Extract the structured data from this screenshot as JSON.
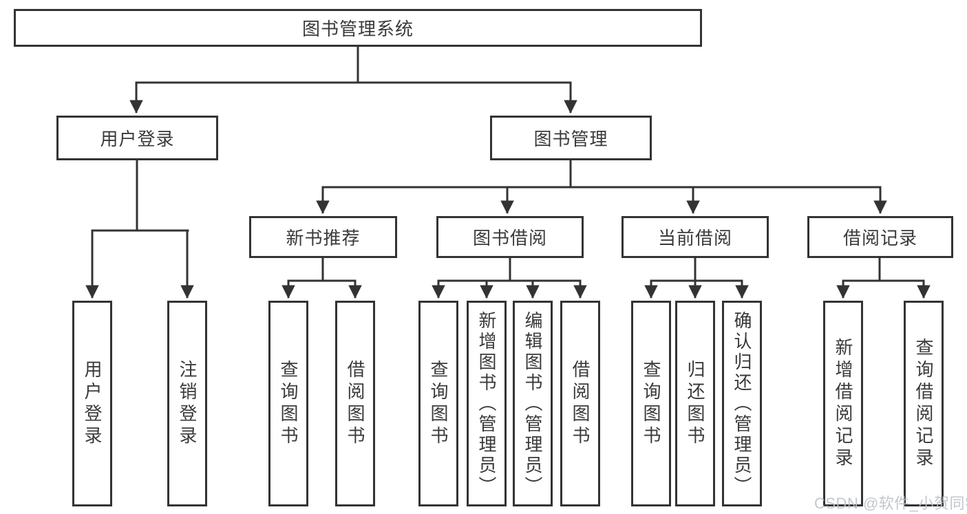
{
  "diagram": {
    "title": "图书管理系统",
    "level2": [
      "用户登录",
      "图书管理"
    ],
    "level3": [
      "新书推荐",
      "图书借阅",
      "当前借阅",
      "借阅记录"
    ],
    "leaves": {
      "user_login": [
        "用户登录",
        "注销登录"
      ],
      "new_book_recommend": [
        "查询图书",
        "借阅图书"
      ],
      "book_borrow": [
        "查询图书",
        "新增图书（管理员）",
        "编辑图书（管理员）",
        "借阅图书"
      ],
      "current_borrow": [
        "查询图书",
        "归还图书",
        "确认归还（管理员）"
      ],
      "borrow_records": [
        "新增借阅记录",
        "查询借阅记录"
      ]
    },
    "watermark": "CSDN @软件_小贺同学",
    "colors": {
      "line": "#333333",
      "text": "#3a3a3a",
      "watermark": "#b9bdc4",
      "background": "#ffffff"
    }
  }
}
